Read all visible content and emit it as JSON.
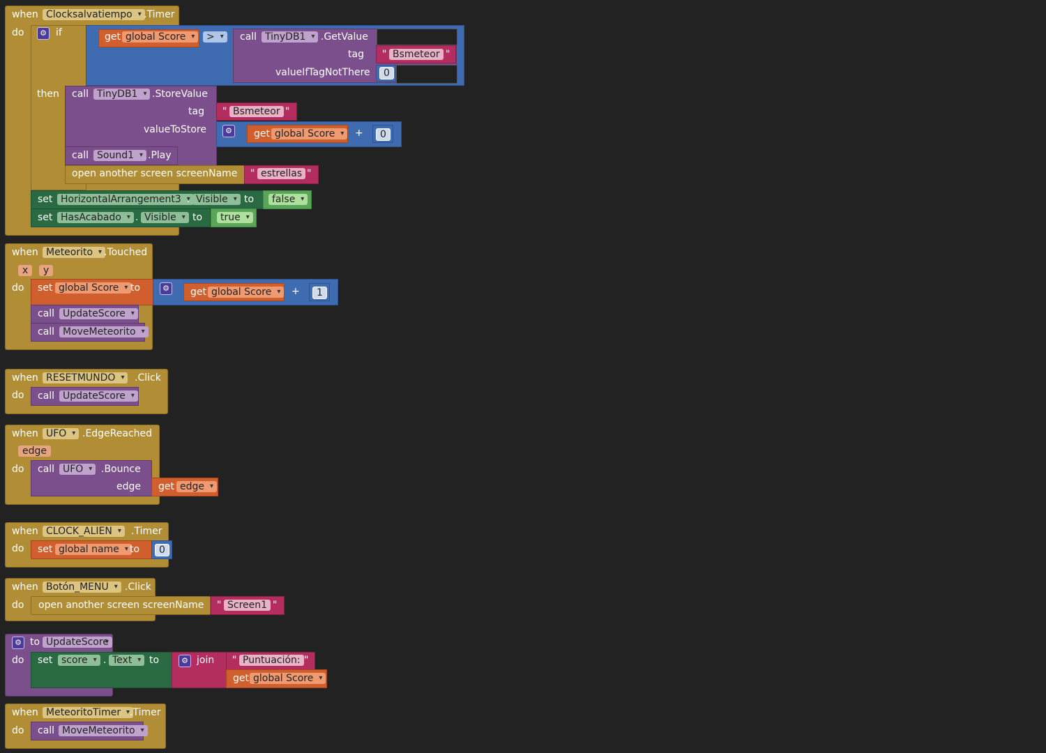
{
  "kw": {
    "when": "when",
    "do": "do",
    "if": "if",
    "then": "then",
    "call": "call",
    "set": "set",
    "to": "to",
    "get": "get",
    "tag": "tag",
    "plus": "+",
    "quote": "\"",
    "dot": ".",
    "join": "join"
  },
  "block1": {
    "component": "Clocksalvatiempo",
    "event": ".Timer",
    "var": "global Score",
    "op": ">",
    "db": "TinyDB1",
    "getvalue": ".GetValue",
    "tag": "Bsmeteor",
    "notthere": "valueIfTagNotThere",
    "zero": "0",
    "storevalue": ".StoreValue",
    "store_tag": "Bsmeteor",
    "valuetostore": "valueToStore",
    "sound": "Sound1",
    "play": ".Play",
    "open": "open another screen  screenName",
    "screen": "estrellas",
    "hz": "HorizontalArrangement3",
    "visible": "Visible",
    "false": "false",
    "has": "HasAcabado",
    "true": "true"
  },
  "block2": {
    "component": "Meteorito",
    "event": ".Touched",
    "px": "x",
    "py": "y",
    "var": "global Score",
    "one": "1",
    "p1": "UpdateScore",
    "p2": "MoveMeteorito"
  },
  "block3": {
    "component": "RESETMUNDO",
    "event": ".Click",
    "p1": "UpdateScore"
  },
  "block4": {
    "component": "UFO",
    "event": ".EdgeReached",
    "param": "edge",
    "bounce": ".Bounce",
    "edge_lbl": "edge",
    "get_edge": "edge"
  },
  "block5": {
    "component": "CLOCK_ALIEN",
    "event": ".Timer",
    "var": "global name",
    "zero": "0"
  },
  "block6": {
    "component": "Botón_MENU",
    "event": ".Click",
    "open": "open another screen  screenName",
    "screen": "Screen1"
  },
  "block7": {
    "proc": "UpdateScore",
    "comp": "score",
    "prop": "Text",
    "str": "Puntuación: ",
    "var": "global Score"
  },
  "block8": {
    "component": "MeteoritoTimer",
    "event": ".Timer",
    "p1": "MoveMeteorito"
  }
}
